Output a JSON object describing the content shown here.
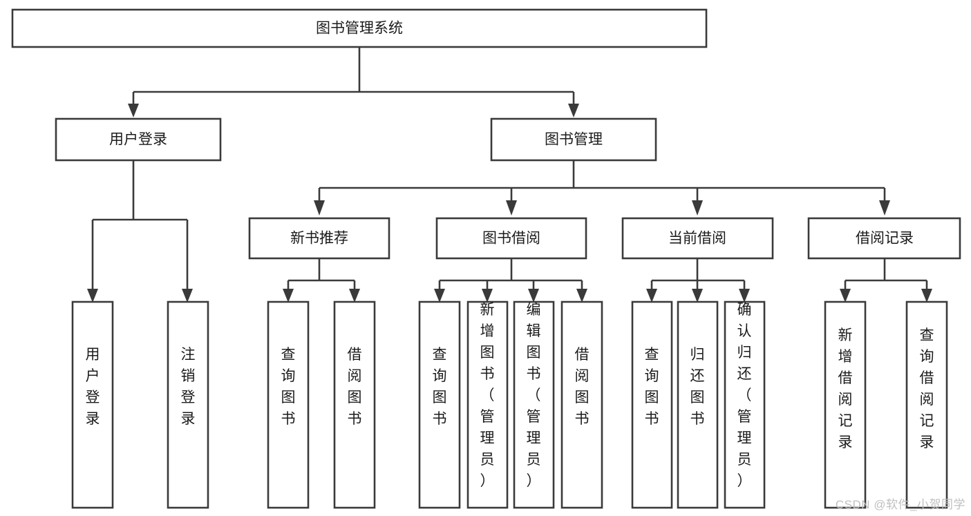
{
  "diagram": {
    "type": "tree",
    "title": "图书管理系统",
    "orientation": "top-down",
    "colors": {
      "stroke": "#3a3a3a",
      "box_fill": "#ffffff",
      "text": "#1b1b1b",
      "background": "#ffffff",
      "watermark": "#bfbfbf"
    },
    "root": {
      "label": "图书管理系统"
    },
    "level2": [
      {
        "label": "用户登录"
      },
      {
        "label": "图书管理"
      }
    ],
    "level3": [
      {
        "label": "新书推荐"
      },
      {
        "label": "图书借阅"
      },
      {
        "label": "当前借阅"
      },
      {
        "label": "借阅记录"
      }
    ],
    "leaves": {
      "user_login": [
        {
          "label": "用户登录"
        },
        {
          "label": "注销登录"
        }
      ],
      "new_book_recommend": [
        {
          "label": "查询图书"
        },
        {
          "label": "借阅图书"
        }
      ],
      "book_borrow": [
        {
          "label": "查询图书"
        },
        {
          "label": "新增图书（管理员）"
        },
        {
          "label": "编辑图书（管理员）"
        },
        {
          "label": "借阅图书"
        }
      ],
      "current_borrow": [
        {
          "label": "查询图书"
        },
        {
          "label": "归还图书"
        },
        {
          "label": "确认归还（管理员）"
        }
      ],
      "borrow_record": [
        {
          "label": "新增借阅记录"
        },
        {
          "label": "查询借阅记录"
        }
      ]
    }
  },
  "watermark": {
    "text": "CSDN @软件_小贺同学"
  }
}
